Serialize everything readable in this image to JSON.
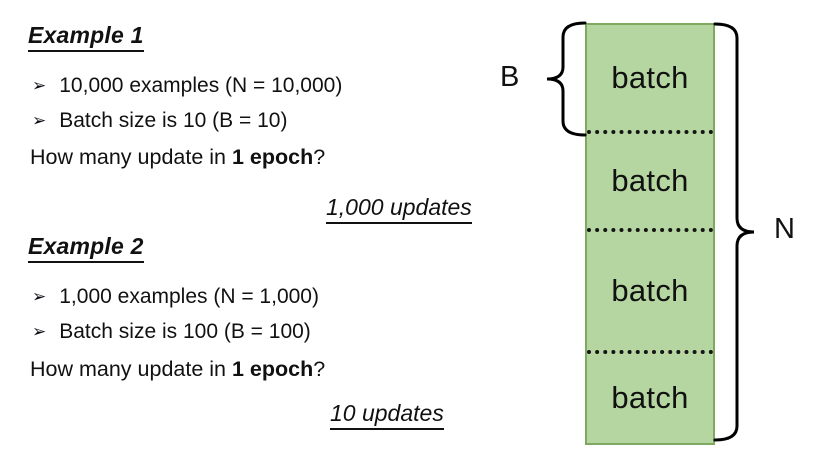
{
  "bullet_glyph": "➢",
  "examples": [
    {
      "title": "Example 1",
      "bullets": [
        "10,000 examples (N = 10,000)",
        "Batch size is 10 (B = 10)"
      ],
      "question": {
        "pre": "How many update in ",
        "bold": "1 epoch",
        "post": "?"
      },
      "answer": "1,000 updates"
    },
    {
      "title": "Example 2",
      "bullets": [
        "1,000 examples (N = 1,000)",
        "Batch size is 100 (B = 100)"
      ],
      "question": {
        "pre": "How many update in ",
        "bold": "1 epoch",
        "post": "?"
      },
      "answer": "10 updates"
    }
  ],
  "diagram": {
    "batches": [
      "batch",
      "batch",
      "batch",
      "batch"
    ],
    "batch_size_label": "B",
    "dataset_size_label": "N",
    "colors": {
      "bar_fill": "#b5d6a0",
      "bar_border": "#7fa861",
      "brace": "#000000",
      "text": "#111111"
    }
  }
}
